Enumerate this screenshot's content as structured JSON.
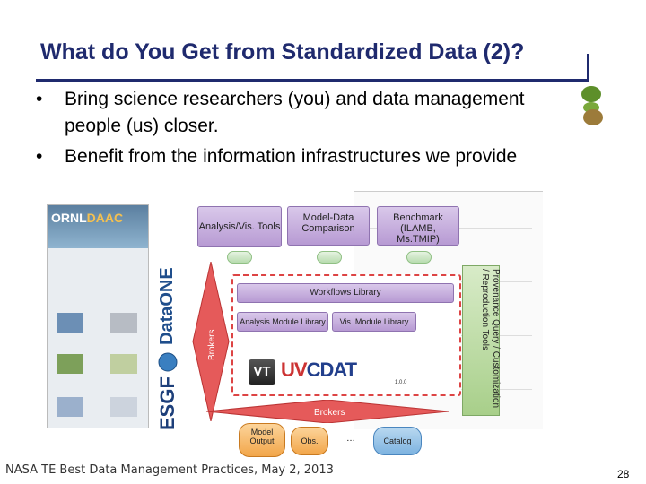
{
  "slide": {
    "title": "What do You Get from Standardized Data (2)?",
    "bullets": [
      "Bring science researchers (you) and data management people (us) closer.",
      "Benefit from the information infrastructures we provide"
    ],
    "footer": "NASA TE Best Data Management Practices, May 2, 2013",
    "page_number": "28"
  },
  "web_shot": {
    "logo_prefix": "ORNL",
    "logo_suffix": "DAAC"
  },
  "diagram": {
    "analysis_vis_tools": "Analysis/Vis. Tools",
    "model_data_comparison": "Model-Data Comparison",
    "benchmark": "Benchmark (ILAMB, Ms.TMIP)",
    "workflows_library": "Workflows Library",
    "analysis_module_library": "Analysis Module Library",
    "vis_module_library": "Vis. Module Library",
    "brokers_left": "Brokers",
    "brokers_bottom": "Brokers",
    "provenance": "Provenance Query / Customization / Reproduction Tools",
    "model_output": "Model Output",
    "obs": "Obs.",
    "ellipsis": "…",
    "catalog": "Catalog",
    "vt": "VT",
    "uvcdat_prefix": "UV",
    "uvcdat_suffix": "CDAT",
    "uvcdat_version": "1.0.0",
    "dataone": "DataONE",
    "esgf": "ESGF"
  },
  "colors": {
    "title": "#1f2a6e",
    "purple_box": "#b79ad3",
    "orange_box": "#f2a64a",
    "broker_red": "#e55a5a",
    "provenance_green": "#a8cf8a"
  }
}
